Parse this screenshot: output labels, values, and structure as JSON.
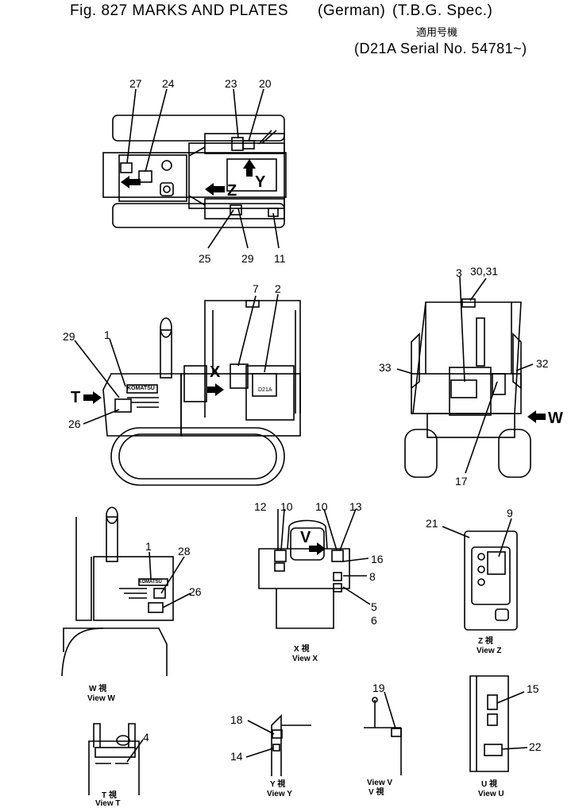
{
  "title": {
    "fig": "Fig. 827 MARKS AND PLATES",
    "lang": "(German)",
    "spec": "(T.B.G. Spec.)"
  },
  "applicability": {
    "jp": "適用号機",
    "serial": "(D21A Serial No. 54781~)"
  },
  "arrow_letters": {
    "t": "T",
    "x": "X",
    "w": "W",
    "y": "Y",
    "z": "Z",
    "v": "V"
  },
  "callouts": {
    "top": [
      "27",
      "24",
      "23",
      "20",
      "25",
      "29",
      "11"
    ],
    "side": [
      "29",
      "1",
      "26",
      "7",
      "2"
    ],
    "rear": [
      "3",
      "30,31",
      "33",
      "32",
      "17"
    ],
    "w": [
      "1",
      "28",
      "26"
    ],
    "x": [
      "12",
      "10",
      "10",
      "13",
      "16",
      "8",
      "5",
      "6"
    ],
    "z": [
      "21",
      "9"
    ],
    "t": [
      "4"
    ],
    "y": [
      "18",
      "14"
    ],
    "v": [
      "19"
    ],
    "u": [
      "15",
      "22"
    ]
  },
  "view_labels": {
    "w": {
      "jp": "W 視",
      "en": "View W"
    },
    "t": {
      "jp": "T 視",
      "en": "View T"
    },
    "x": {
      "jp": "X 視",
      "en": "View X"
    },
    "y": {
      "jp": "Y 視",
      "en": "View Y"
    },
    "v_en": "View V",
    "v_jp": "V 視",
    "z": {
      "jp": "Z 視",
      "en": "View Z"
    },
    "u": {
      "jp": "U 視",
      "en": "View U"
    }
  },
  "plate_text": {
    "brand": "KOMATSU",
    "model": "D21A"
  }
}
